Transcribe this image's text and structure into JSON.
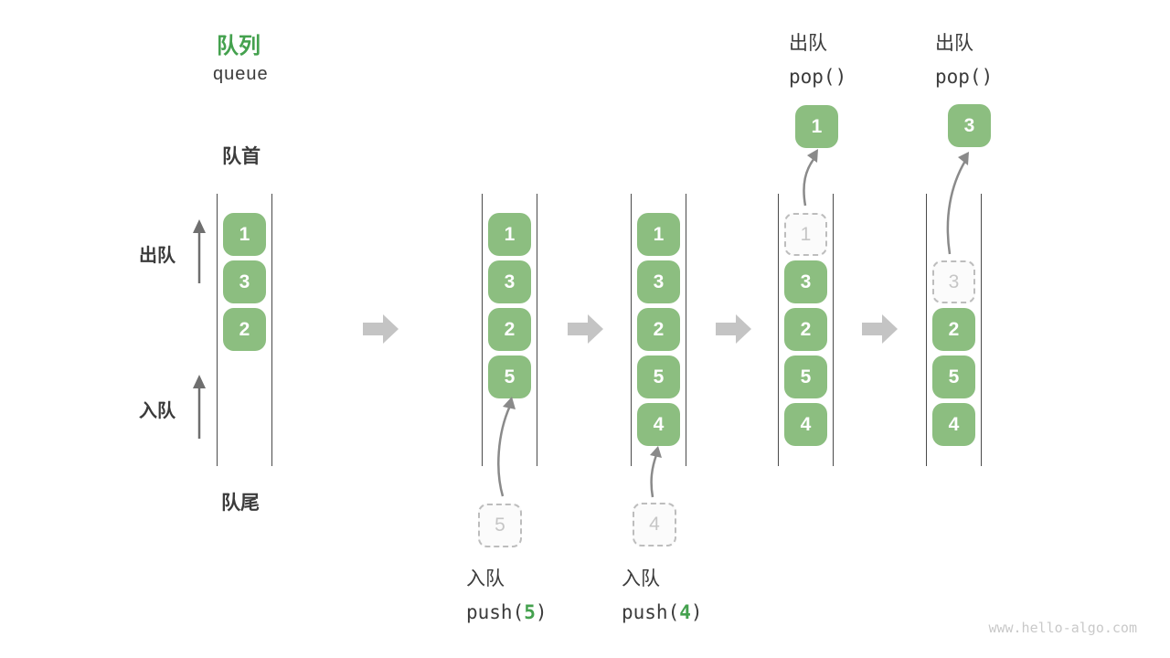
{
  "title": {
    "zh": "队列",
    "en": "queue"
  },
  "side_labels": {
    "front": "队首",
    "rear": "队尾",
    "dequeue": "出队",
    "enqueue": "入队"
  },
  "operations": {
    "enqueue_5": {
      "label": "入队",
      "code_before": "push(",
      "arg": "5",
      "code_after": ")"
    },
    "enqueue_4": {
      "label": "入队",
      "code_before": "push(",
      "arg": "4",
      "code_after": ")"
    },
    "dequeue_1": {
      "label": "出队",
      "code": "pop()",
      "popped_value": "1"
    },
    "dequeue_3": {
      "label": "出队",
      "code": "pop()",
      "popped_value": "3"
    }
  },
  "columns": [
    {
      "blocks": [
        {
          "row": 0,
          "value": "1"
        },
        {
          "row": 1,
          "value": "3"
        },
        {
          "row": 2,
          "value": "2"
        }
      ]
    },
    {
      "blocks": [
        {
          "row": 0,
          "value": "1"
        },
        {
          "row": 1,
          "value": "3"
        },
        {
          "row": 2,
          "value": "2"
        },
        {
          "row": 3,
          "value": "5"
        }
      ]
    },
    {
      "blocks": [
        {
          "row": 0,
          "value": "1"
        },
        {
          "row": 1,
          "value": "3"
        },
        {
          "row": 2,
          "value": "2"
        },
        {
          "row": 3,
          "value": "5"
        },
        {
          "row": 4,
          "value": "4"
        }
      ]
    },
    {
      "blocks": [
        {
          "row": 0,
          "value": "1",
          "ghost": true
        },
        {
          "row": 1,
          "value": "3"
        },
        {
          "row": 2,
          "value": "2"
        },
        {
          "row": 3,
          "value": "5"
        },
        {
          "row": 4,
          "value": "4"
        }
      ]
    },
    {
      "blocks": [
        {
          "row": 1,
          "value": "3",
          "ghost": true
        },
        {
          "row": 2,
          "value": "2"
        },
        {
          "row": 3,
          "value": "5"
        },
        {
          "row": 4,
          "value": "4"
        }
      ]
    }
  ],
  "watermark": "www.hello-algo.com",
  "colors": {
    "block_green": "#8CBE80",
    "accent_green": "#44A14E",
    "text_dark": "#3B3B3B",
    "flow_arrow": "#C4C4C4",
    "thin_arrow": "#8A8A8A",
    "side_arrow": "#6F6F6F",
    "ghost_border": "#BDBDBD",
    "ghost_text": "#C6C6C6",
    "ghost_fill": "#FBFBFB",
    "column_line": "#4A4A4A",
    "watermark_gray": "#C9C9C9"
  }
}
